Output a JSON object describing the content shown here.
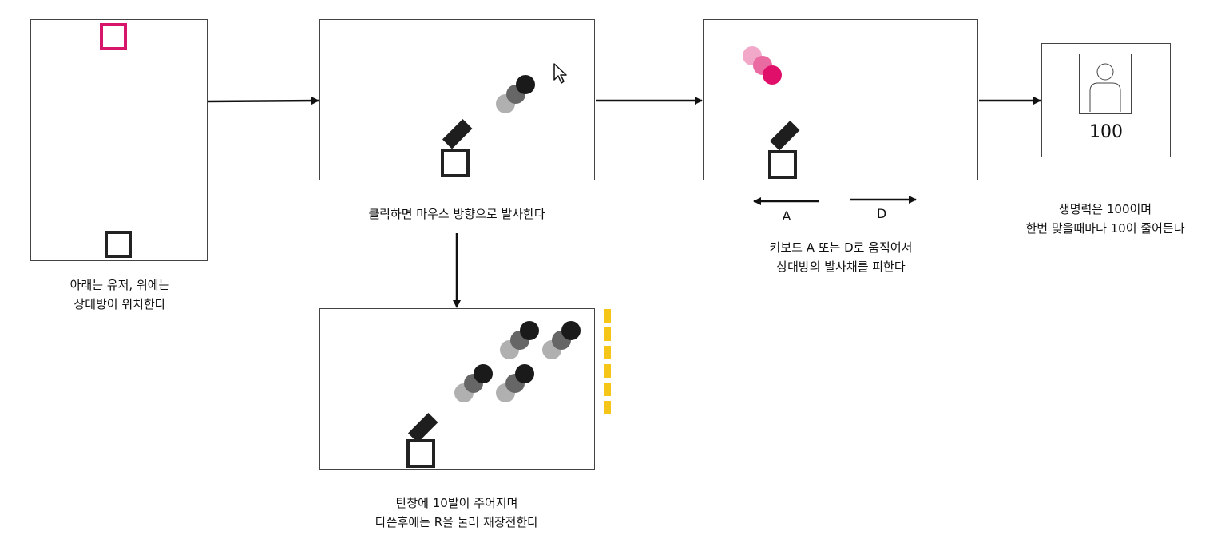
{
  "captions": {
    "step1_line1": "아래는 유저, 위에는",
    "step1_line2": "상대방이 위치한다",
    "step2": "클릭하면 마우스 방향으로 발사한다",
    "step3_line1": "키보드 A 또는 D로 움직여서",
    "step3_line2": "상대방의 발사채를 피한다",
    "step4_line1": "생명력은 100이며",
    "step4_line2": "한번 맞을때마다 10이 줄어든다",
    "step5_line1": "탄창에 10발이 주어지며",
    "step5_line2": "다쓴후에는 R을 눌러 재장전한다"
  },
  "move_keys": {
    "left": "A",
    "right": "D"
  },
  "health_panel": {
    "value": "100",
    "icon": "user-portrait-icon"
  },
  "magazine": {
    "segments": 6
  },
  "colors": {
    "enemy": "#d6156b",
    "player": "#222222",
    "ammo": "#f5c518",
    "projectile_dark": "#1a1a1a",
    "projectile_mid": "#666666",
    "projectile_light": "#b0b0b0",
    "enemy_projectile": "#e0106a"
  }
}
